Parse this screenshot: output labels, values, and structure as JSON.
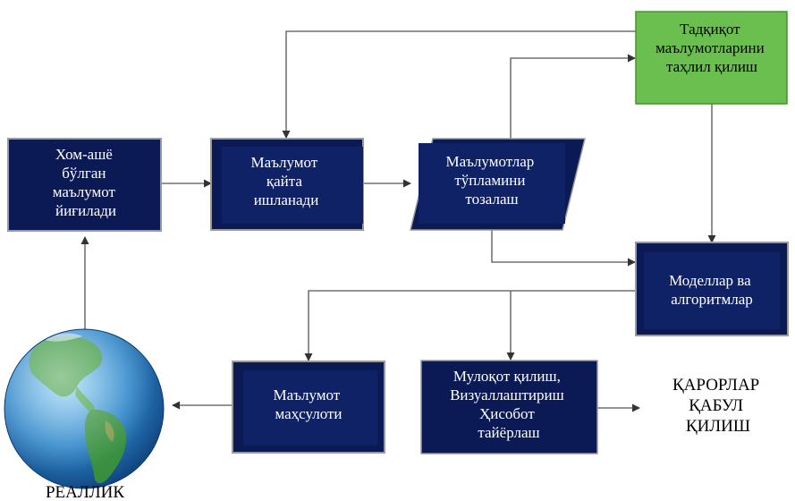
{
  "colors": {
    "node_fill": "#0b1a55",
    "node_border": "#9a9a9a",
    "node_shadow": "#0a1030",
    "analysis_fill": "#6bbf4e",
    "analysis_border": "#4a8f35",
    "connector": "#555555",
    "globe_ocean": "#2e86c8",
    "globe_land": "#3f9a3a"
  },
  "icons": {
    "globe": "earth-globe-icon"
  },
  "nodes": {
    "raw_data": {
      "lines": [
        "Хом-ашё",
        "бўлган",
        "маълумот",
        "йиғилади"
      ]
    },
    "processing": {
      "lines": [
        "Маълумот",
        "қайта",
        "ишланади"
      ]
    },
    "cleaning": {
      "lines": [
        "Маълумотлар",
        "тўпламини",
        "тозалаш"
      ]
    },
    "analysis": {
      "lines": [
        "Тадқиқот",
        "маълумотларини",
        "таҳлил қилиш"
      ]
    },
    "models": {
      "lines": [
        "Моделлар ва",
        "алгоритмлар"
      ]
    },
    "data_product": {
      "lines": [
        "Маълумот",
        "маҳсулоти"
      ]
    },
    "communication": {
      "lines": [
        "Мулоқот қилиш,",
        "Визуаллаштириш",
        "Ҳисобот",
        "тайёрлаш"
      ]
    }
  },
  "labels": {
    "decisions": [
      "ҚАРОРЛАР",
      "ҚАБУЛ",
      "ҚИЛИШ"
    ],
    "reality": "РЕАЛЛИК"
  }
}
